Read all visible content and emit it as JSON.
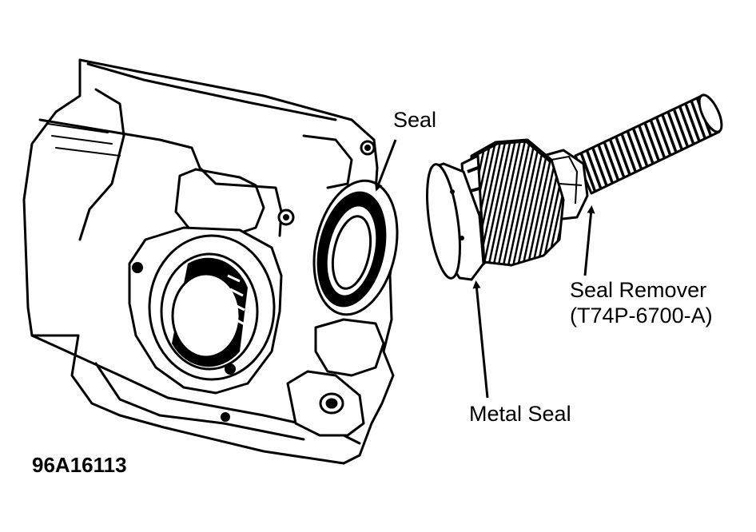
{
  "labels": {
    "seal": "Seal",
    "seal_remover_line1": "Seal Remover",
    "seal_remover_line2": "(T74P-6700-A)",
    "metal_seal": "Metal Seal",
    "figure_code": "96A16113"
  },
  "colors": {
    "ink": "#000000",
    "paper": "#ffffff"
  }
}
